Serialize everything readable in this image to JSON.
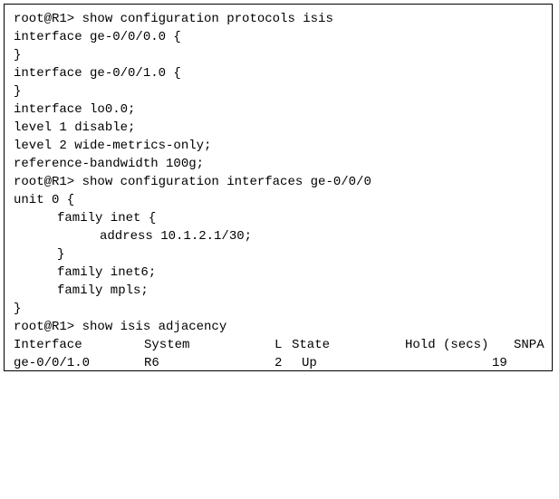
{
  "lines": [
    "root@R1> show configuration protocols isis",
    "interface ge-0/0/0.0 {",
    "}",
    "interface ge-0/0/1.0 {",
    "}",
    "interface lo0.0;",
    "level 1 disable;",
    "level 2 wide-metrics-only;",
    "reference-bandwidth 100g;",
    "root@R1> show configuration interfaces ge-0/0/0",
    "unit 0 {",
    "family inet {",
    "address 10.1.2.1/30;",
    "}",
    "family inet6;",
    "family mpls;",
    "}",
    "root@R1> show isis adjacency"
  ],
  "adjacency": {
    "headers": {
      "interface": "Interface",
      "system": "System",
      "level": "L",
      "state": "State",
      "hold": "Hold (secs)",
      "snpa": "SNPA"
    },
    "rows": [
      {
        "interface": "ge-0/0/1.0",
        "system": "R6",
        "level": "2",
        "state": "Up",
        "hold": "19",
        "snpa": ""
      }
    ]
  }
}
